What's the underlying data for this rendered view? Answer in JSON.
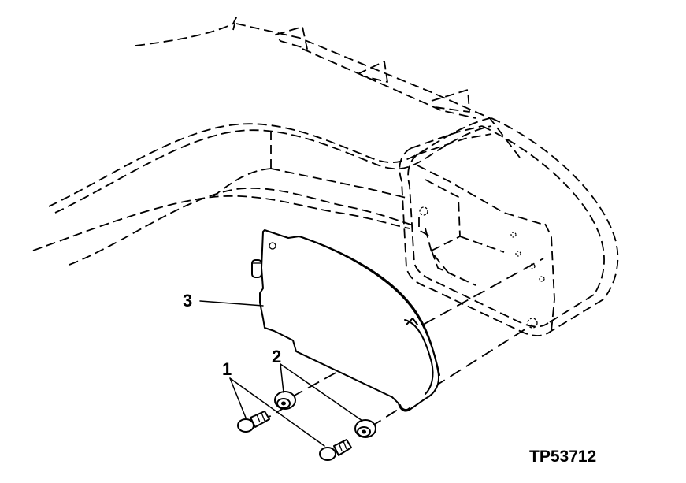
{
  "callouts": {
    "bolt": "1",
    "washer": "2",
    "cover": "3"
  },
  "figure_id": "TP53712"
}
